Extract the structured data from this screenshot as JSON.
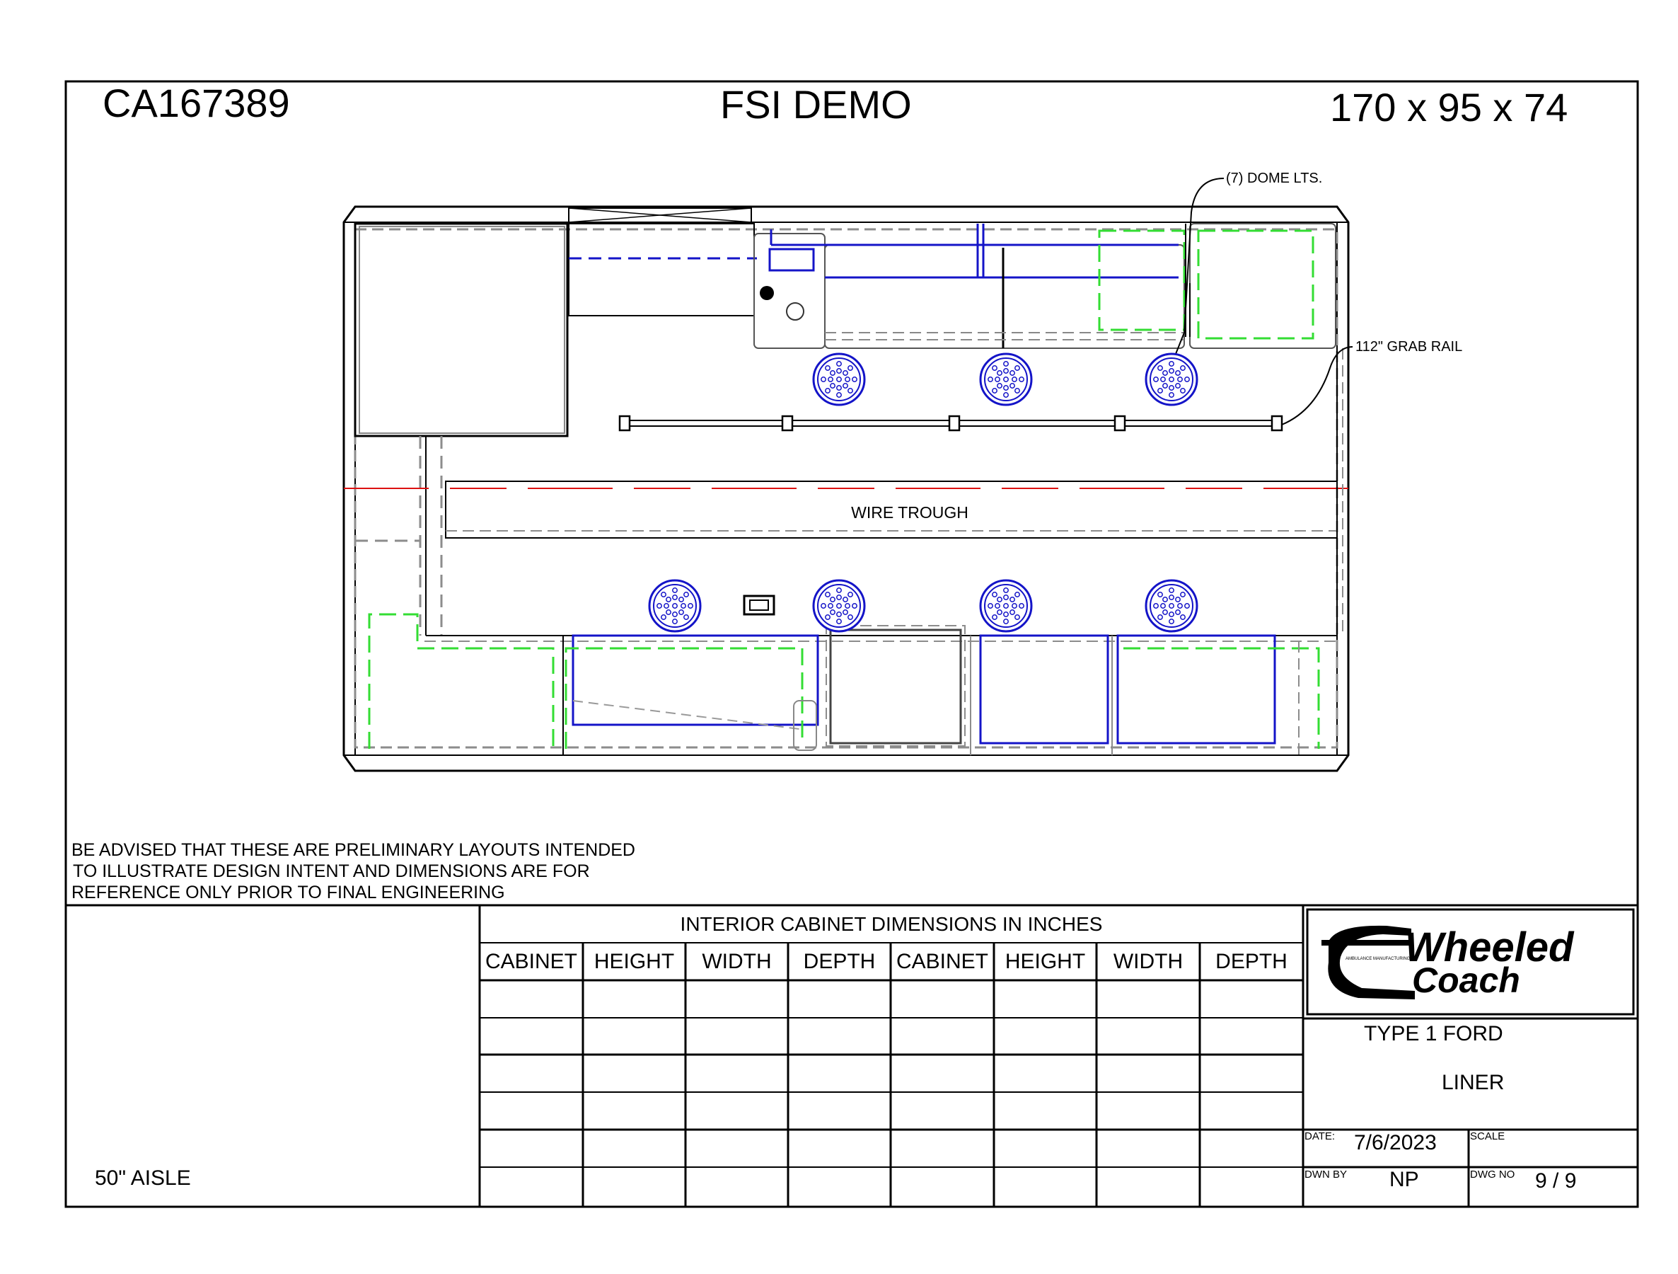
{
  "title_block": {
    "job_number": "CA167389",
    "project_name": "FSI DEMO",
    "dimensions": "170 x 95 x 74"
  },
  "floor_plan": {
    "labels": {
      "dome_lights": "(7)  DOME LTS.",
      "grab_rail": "112\" GRAB RAIL",
      "wire_trough": "WIRE TROUGH"
    },
    "colors": {
      "outline": "#000000",
      "dashed_grey": "#8c8c8c",
      "cabinet_blue": "#1414c8",
      "green_dash": "#33dd33",
      "red_line": "#dd1111"
    },
    "dome_light_count": 7
  },
  "disclaimer": {
    "line1": "BE ADVISED THAT THESE ARE PRELIMINARY LAYOUTS INTENDED",
    "line2": "TO ILLUSTRATE DESIGN INTENT AND DIMENSIONS  ARE FOR",
    "line3": "REFERENCE ONLY PRIOR TO FINAL ENGINEERING"
  },
  "aisle_note": "50\" AISLE",
  "cabinet_table": {
    "title": "INTERIOR CABINET DIMENSIONS IN INCHES",
    "headers": [
      "CABINET",
      "HEIGHT",
      "WIDTH",
      "DEPTH",
      "CABINET",
      "HEIGHT",
      "WIDTH",
      "DEPTH"
    ]
  },
  "logo": {
    "line1": "Wheeled",
    "line2": "Coach",
    "fine_print": "AMBULANCE MANUFACTURING"
  },
  "info": {
    "vehicle_line1": "TYPE 1 FORD",
    "vehicle_line2": "LINER",
    "date_label": "DATE:",
    "date_value": "7/6/2023",
    "scale_label": "SCALE",
    "scale_value": "",
    "drawn_by_label": "DWN BY",
    "drawn_by_value": "NP",
    "dwg_no_label": "DWG NO",
    "dwg_no_value": "9 / 9"
  }
}
